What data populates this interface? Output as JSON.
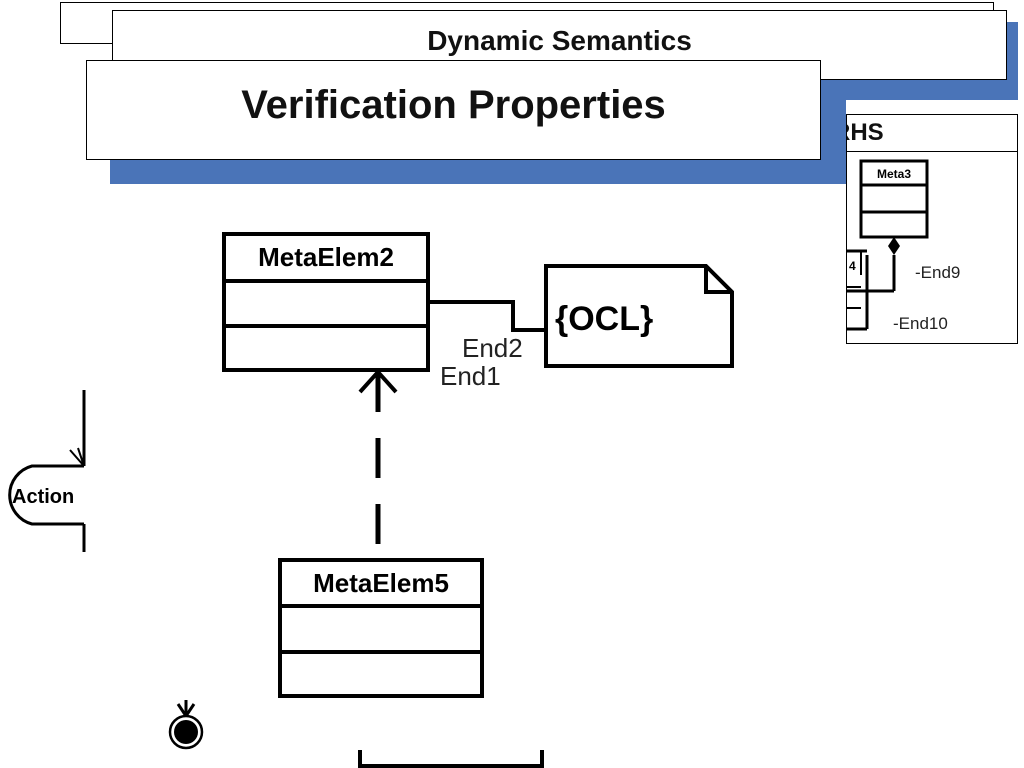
{
  "slides": {
    "back_title": "Dynamic Semantics",
    "front_title": "Verification Properties"
  },
  "rhs_panel": {
    "header": "RHS",
    "class_name": "Meta3",
    "partial_class_fragment": "4",
    "end_labels": [
      "-End9",
      "-End10"
    ]
  },
  "diagram": {
    "classes": [
      {
        "name": "MetaElem2"
      },
      {
        "name": "MetaElem5"
      }
    ],
    "note_text": "{OCL}",
    "association_ends": [
      "End2",
      "End1"
    ],
    "action_label": "Action"
  }
}
